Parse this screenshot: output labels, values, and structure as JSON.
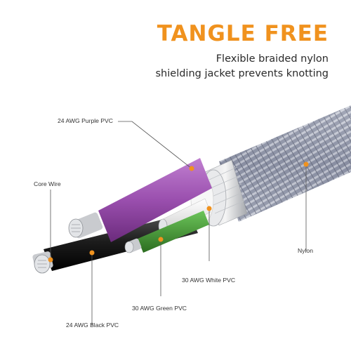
{
  "headline": "TANGLE FREE",
  "subtitle_line1": "Flexible braided nylon",
  "subtitle_line2": "shielding jacket prevents knotting",
  "labels": {
    "purple": "24 AWG Purple PVC",
    "core": "Core   Wire",
    "nylon": "Nylon",
    "white": "30 AWG White PVC",
    "green": "30 AWG Green PVC",
    "black": "24 AWG Black PVC"
  },
  "colors": {
    "accent": "#f0921e",
    "braid": "#8f95a8",
    "purple_wire": "#9a4fae",
    "green_wire": "#3c8a2e",
    "black_wire": "#1c1c1c",
    "white_wire": "#f2f2f2"
  }
}
